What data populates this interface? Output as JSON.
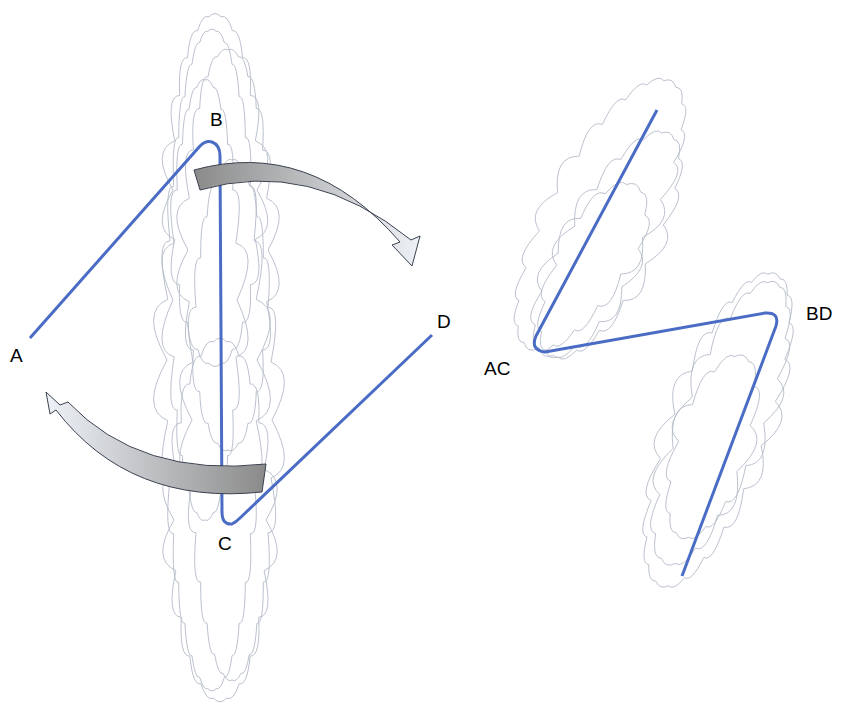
{
  "diagram": {
    "labels": [
      "A",
      "B",
      "C",
      "D",
      "AC",
      "BD"
    ]
  }
}
